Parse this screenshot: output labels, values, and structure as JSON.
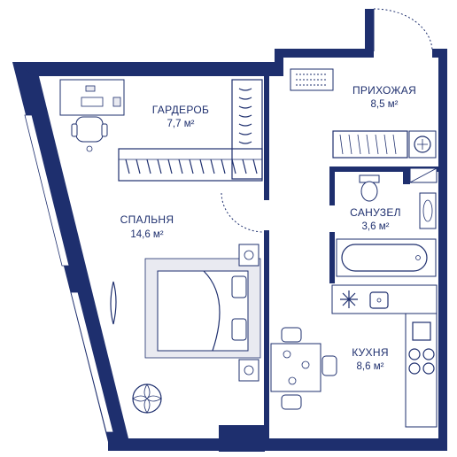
{
  "rooms": [
    {
      "id": "wardrobe",
      "name": "ГАРДЕРОБ",
      "area": "7,7 м²"
    },
    {
      "id": "hallway",
      "name": "ПРИХОЖАЯ",
      "area": "8,5 м²"
    },
    {
      "id": "bedroom",
      "name": "СПАЛЬНЯ",
      "area": "14,6 м²"
    },
    {
      "id": "bathroom",
      "name": "САНУЗЕЛ",
      "area": "3,6 м²"
    },
    {
      "id": "kitchen",
      "name": "КУХНЯ",
      "area": "8,6 м²"
    }
  ],
  "colors": {
    "wall": "#1e2f6e",
    "furniture_fill": "#e9eaf1",
    "background": "#ffffff"
  },
  "icons": [
    "desk-icon",
    "office-chair-icon",
    "wardrobe-rack-icon",
    "door-mat-icon",
    "bed-icon",
    "nightstand-icon",
    "armchair-icon",
    "floor-plant-icon",
    "washing-machine-icon",
    "toilet-icon",
    "sink-icon",
    "bathtub-icon",
    "stove-icon",
    "kitchen-sink-icon",
    "dining-table-icon"
  ]
}
